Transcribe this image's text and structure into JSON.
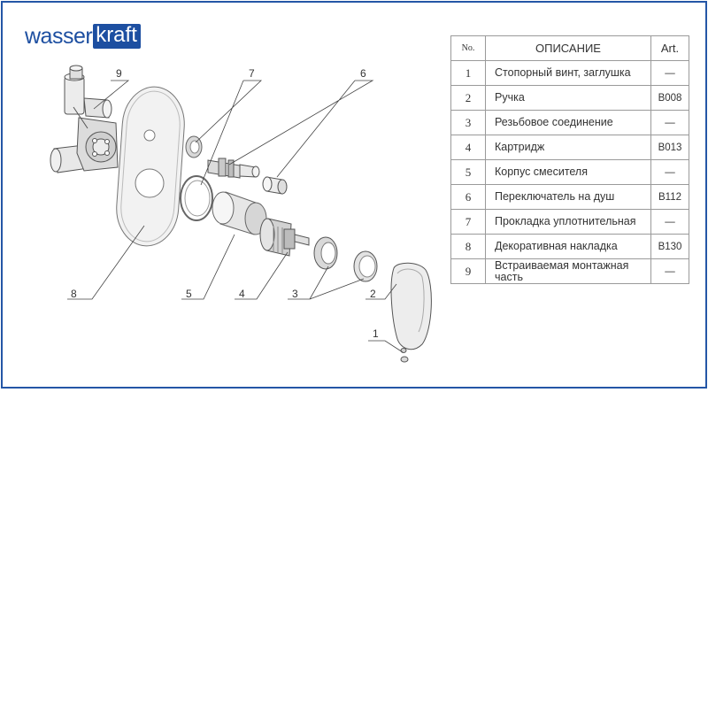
{
  "brand": {
    "name_part1": "wasser",
    "name_part2": "kraft",
    "color": "#1d4fa1"
  },
  "frame_color": "#2456a6",
  "table": {
    "headers": {
      "no": "No.",
      "description": "ОПИСАНИЕ",
      "article": "Art."
    },
    "rows": [
      {
        "no": "1",
        "description": "Стопорный винт, заглушка",
        "article": "—"
      },
      {
        "no": "2",
        "description": "Ручка",
        "article": "B008"
      },
      {
        "no": "3",
        "description": "Резьбовое соединение",
        "article": "—"
      },
      {
        "no": "4",
        "description": "Картридж",
        "article": "B013"
      },
      {
        "no": "5",
        "description": "Корпус смесителя",
        "article": "—"
      },
      {
        "no": "6",
        "description": "Переключатель на душ",
        "article": "B112"
      },
      {
        "no": "7",
        "description": "Прокладка уплотнительная",
        "article": "—"
      },
      {
        "no": "8",
        "description": "Декоративная накладка",
        "article": "B130"
      },
      {
        "no": "9",
        "description": "Встраиваемая монтажная часть",
        "article": "—"
      }
    ]
  },
  "callouts": {
    "c1": "1",
    "c2": "2",
    "c3": "3",
    "c4": "4",
    "c5": "5",
    "c6": "6",
    "c7": "7",
    "c8": "8",
    "c9": "9"
  },
  "parts": [
    {
      "id": "part-9",
      "icon": "mounting-body-icon"
    },
    {
      "id": "part-8",
      "icon": "cover-plate-icon"
    },
    {
      "id": "part-7",
      "icon": "gasket-ring-icon"
    },
    {
      "id": "part-6",
      "icon": "diverter-icon"
    },
    {
      "id": "part-5",
      "icon": "sleeve-icon"
    },
    {
      "id": "part-4",
      "icon": "cartridge-icon"
    },
    {
      "id": "part-3",
      "icon": "threaded-connection-icon"
    },
    {
      "id": "part-2",
      "icon": "handle-icon"
    },
    {
      "id": "part-1",
      "icon": "screw-icon"
    }
  ]
}
